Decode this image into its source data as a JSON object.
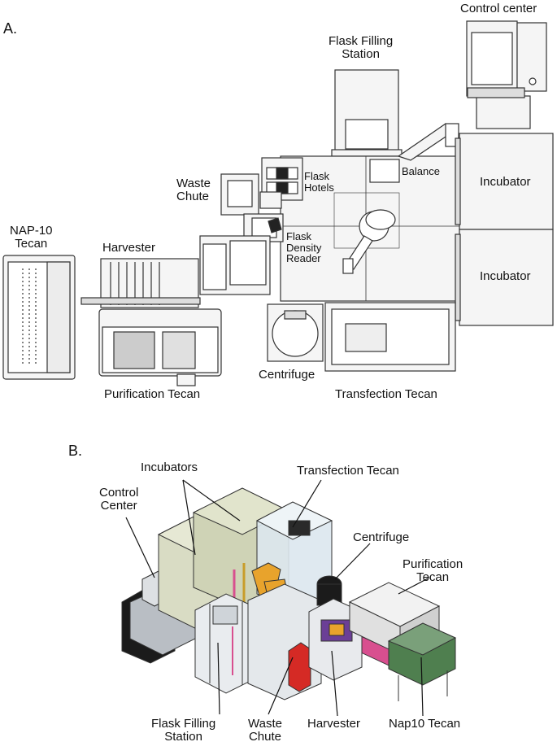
{
  "panels": {
    "a": {
      "letter": "A.",
      "labels": {
        "control_center": "Control center",
        "flask_filling": "Flask Filling\nStation",
        "balance": "Balance",
        "incubator_top": "Incubator",
        "incubator_bottom": "Incubator",
        "waste_chute": "Waste\nChute",
        "flask_hotels": "Flask\nHotels",
        "flask_density": "Flask\nDensity\nReader",
        "nap10": "NAP-10\nTecan",
        "harvester": "Harvester",
        "centrifuge": "Centrifuge",
        "purification": "Purification Tecan",
        "transfection": "Transfection Tecan"
      }
    },
    "b": {
      "letter": "B.",
      "labels": {
        "incubators": "Incubators",
        "control_center": "Control\nCenter",
        "transfection": "Transfection Tecan",
        "centrifuge": "Centrifuge",
        "purification": "Purification\nTecan",
        "flask_filling": "Flask Filling\nStation",
        "waste_chute": "Waste\nChute",
        "harvester": "Harvester",
        "nap10": "Nap10 Tecan"
      }
    }
  },
  "colors": {
    "line": "#333333",
    "fill_light": "#f4f4f4",
    "incubator_3d": "#d9dcc4",
    "glass_3d": "#dbe7ee",
    "robot_arm": "#e8a32c",
    "waste_red": "#d52a25",
    "green_3d": "#4f7f4f",
    "black_3d": "#1b1b1b",
    "grey_frame": "#b9bec4",
    "pink_3d": "#d84f8f"
  }
}
